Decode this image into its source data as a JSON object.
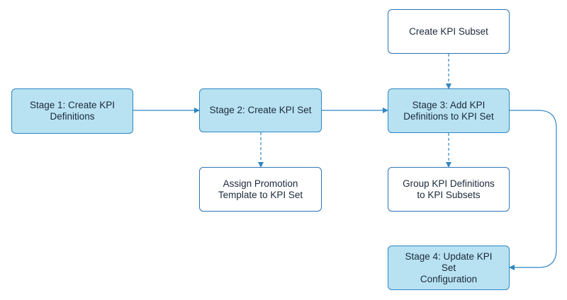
{
  "diagram": {
    "nodes": {
      "stage1": "Stage 1: Create KPI\nDefinitions",
      "stage2": "Stage 2: Create KPI Set",
      "stage3": "Stage 3: Add KPI\nDefinitions to KPI Set",
      "subset": "Create KPI Subset",
      "assign": "Assign Promotion\nTemplate to KPI Set",
      "group": "Group KPI Definitions\nto KPI Subsets",
      "stage4": "Stage 4: Update KPI Set\nConfiguration"
    },
    "edges": [
      {
        "from": "stage1",
        "to": "stage2",
        "style": "solid"
      },
      {
        "from": "stage2",
        "to": "stage3",
        "style": "solid"
      },
      {
        "from": "subset",
        "to": "stage3",
        "style": "dashed"
      },
      {
        "from": "stage2",
        "to": "assign",
        "style": "dashed"
      },
      {
        "from": "stage3",
        "to": "group",
        "style": "dashed"
      },
      {
        "from": "stage3",
        "to": "stage4",
        "style": "solid"
      }
    ],
    "colors": {
      "primary_fill": "#b8e2f2",
      "secondary_fill": "#ffffff",
      "border": "#2e74b5",
      "connector": "#2e86c1"
    }
  }
}
